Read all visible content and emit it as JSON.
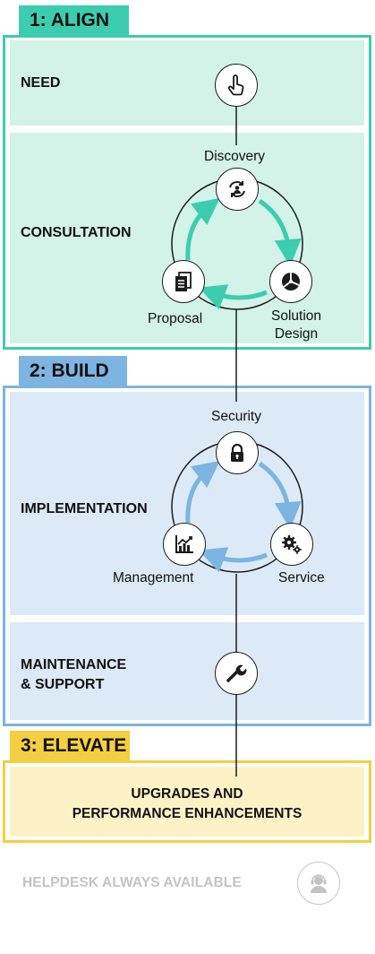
{
  "phases": [
    {
      "number_label": "1: ALIGN",
      "color": "#3ccdaf",
      "light": "#d3f2e8"
    },
    {
      "number_label": "2: BUILD",
      "color": "#7db4e1",
      "light": "#dbeaf6"
    },
    {
      "number_label": "3: ELEVATE",
      "color": "#f4cf3f",
      "light": "#fdf2c6"
    }
  ],
  "stages": {
    "need": "NEED",
    "consultation": "CONSULTATION",
    "implementation": "IMPLEMENTATION",
    "maintenance_line1": "MAINTENANCE",
    "maintenance_line2": "& SUPPORT",
    "upgrades_line1": "UPGRADES AND",
    "upgrades_line2": "PERFORMANCE ENHANCEMENTS"
  },
  "align_cycle": {
    "discovery": "Discovery",
    "solution_line1": "Solution",
    "solution_line2": "Design",
    "proposal": "Proposal"
  },
  "build_cycle": {
    "security": "Security",
    "service": "Service",
    "management": "Management"
  },
  "icons": {
    "need": "hand-pointer-icon",
    "discovery": "refresh-user-icon",
    "solution": "pie-chart-icon",
    "proposal": "documents-icon",
    "security": "lock-icon",
    "service": "gears-icon",
    "management": "bar-chart-icon",
    "maintenance": "wrench-icon",
    "helpdesk": "headset-user-icon"
  },
  "footer": {
    "helpdesk": "HELPDESK ALWAYS AVAILABLE"
  }
}
